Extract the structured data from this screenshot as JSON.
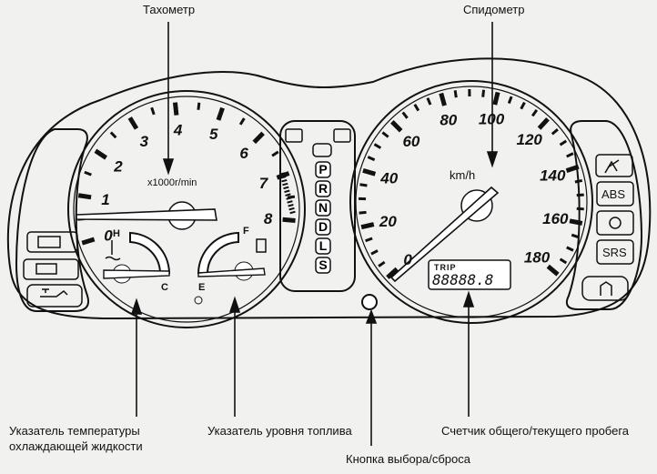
{
  "callouts": {
    "tachometer": "Тахометр",
    "speedometer": "Спидометр",
    "coolant_temp_line1": "Указатель температуры",
    "coolant_temp_line2": "охлаждающей жидкости",
    "fuel_gauge": "Указатель уровня топлива",
    "select_reset_button": "Кнопка выбора/сброса",
    "odometer_trip": "Счетчик общего/текущего пробега"
  },
  "tachometer": {
    "unit": "x1000r/min",
    "labels": [
      "0",
      "1",
      "2",
      "3",
      "4",
      "5",
      "6",
      "7",
      "8"
    ]
  },
  "speedometer": {
    "unit": "km/h",
    "labels": [
      "0",
      "20",
      "40",
      "60",
      "80",
      "100",
      "120",
      "140",
      "160",
      "180"
    ]
  },
  "temp_gauge": {
    "hot": "H",
    "cold": "C"
  },
  "fuel_gauge": {
    "full": "F",
    "empty": "E"
  },
  "gear_indicator": [
    "P",
    "R",
    "N",
    "D",
    "L",
    "S"
  ],
  "right_warnings": {
    "abs": "ABS",
    "srs": "SRS"
  },
  "odometer": {
    "mode": "TRIP",
    "value": "88888.8"
  },
  "icons": [
    "turn-left-icon",
    "turn-right-icon",
    "headlight-icon",
    "check-engine-icon",
    "battery-icon",
    "oil-pressure-icon",
    "seatbelt-icon",
    "brake-icon",
    "door-open-icon",
    "fuel-pump-icon",
    "coolant-icon"
  ]
}
